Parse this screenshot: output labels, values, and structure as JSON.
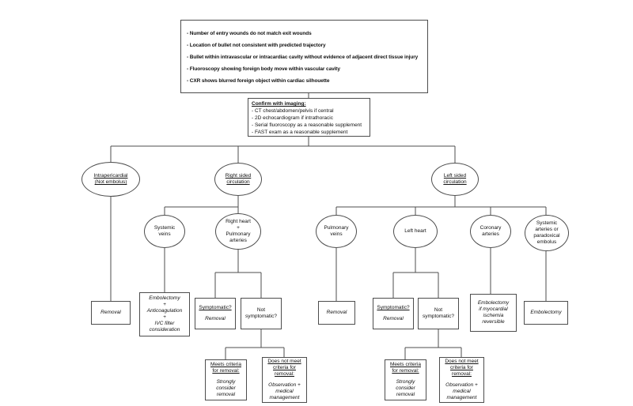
{
  "criteria_box": {
    "lines": [
      "- Number of entry wounds do not match exit wounds",
      "- Location of bullet not consistent with predicted trajectory",
      "- Bullet within intravascular or intracardiac cavity without evidence of adjacent direct tissue injury",
      "- Fluoroscopy showing foreign body move within vascular cavity",
      "- CXR shows blurred foreign object within cardiac silhouette"
    ]
  },
  "imaging_box": {
    "title": "Confirm with imaging:",
    "lines": [
      "- CT chest/abdomen/pelvis if central",
      "- 2D echocardiogram if intrathoracic",
      "- Serial fluoroscopy as a reasonable supplement",
      "- FAST exam as a reasonable supplement"
    ]
  },
  "level1": {
    "intrapericardial": {
      "label": [
        "Intrapericardial",
        "(Not embolus)"
      ],
      "outcome": "Removal"
    },
    "right_sided": {
      "label": [
        "Right sided",
        "circulation"
      ]
    },
    "left_sided": {
      "label": [
        "Left sided",
        "circulation"
      ]
    }
  },
  "right_branch": {
    "systemic_veins": {
      "label": [
        "Systemic",
        "veins"
      ]
    },
    "systemic_veins_outcome": [
      "Embolectomy",
      "+",
      "Anticoagulation",
      "+",
      "IVC filter",
      "consideration"
    ],
    "right_heart": {
      "label": [
        "Right heart",
        "+",
        "Pulmonary",
        "arteries"
      ]
    },
    "symptomatic": {
      "head": "Symptomatic?",
      "body": "Removal"
    },
    "not_symptomatic": {
      "label": [
        "Not",
        "symptomatic?"
      ]
    },
    "meets_criteria": {
      "head": [
        "Meets criteria",
        "for removal:"
      ],
      "body": [
        "Strongly",
        "consider",
        "removal"
      ]
    },
    "does_not_meet": {
      "head": [
        "Does not meet",
        "criteria for",
        "removal:"
      ],
      "body": [
        "Observation +",
        "medical",
        "management"
      ]
    }
  },
  "left_branch": {
    "pulmonary_veins": {
      "label": [
        "Pulmonary",
        "veins"
      ]
    },
    "pulmonary_veins_outcome": "Removal",
    "left_heart": {
      "label": [
        "Left heart"
      ]
    },
    "symptomatic": {
      "head": "Symptomatic?",
      "body": "Removal"
    },
    "not_symptomatic": {
      "label": [
        "Not",
        "symptomatic?"
      ]
    },
    "meets_criteria": {
      "head": [
        "Meets criteria",
        "for removal:"
      ],
      "body": [
        "Strongly",
        "consider",
        "removal"
      ]
    },
    "does_not_meet": {
      "head": [
        "Does not meet",
        "criteria for",
        "removal:"
      ],
      "body": [
        "Observation +",
        "medical",
        "management"
      ]
    },
    "coronary_arteries": {
      "label": [
        "Coronary",
        "arteries"
      ]
    },
    "coronary_outcome": [
      "Embolectomy",
      "if myocardial",
      "ischemia",
      "reversible"
    ],
    "systemic_arteries": {
      "label": [
        "Systemic",
        "arteries or",
        "paradoxical",
        "embolus"
      ]
    },
    "systemic_arteries_outcome": "Embolectomy"
  }
}
